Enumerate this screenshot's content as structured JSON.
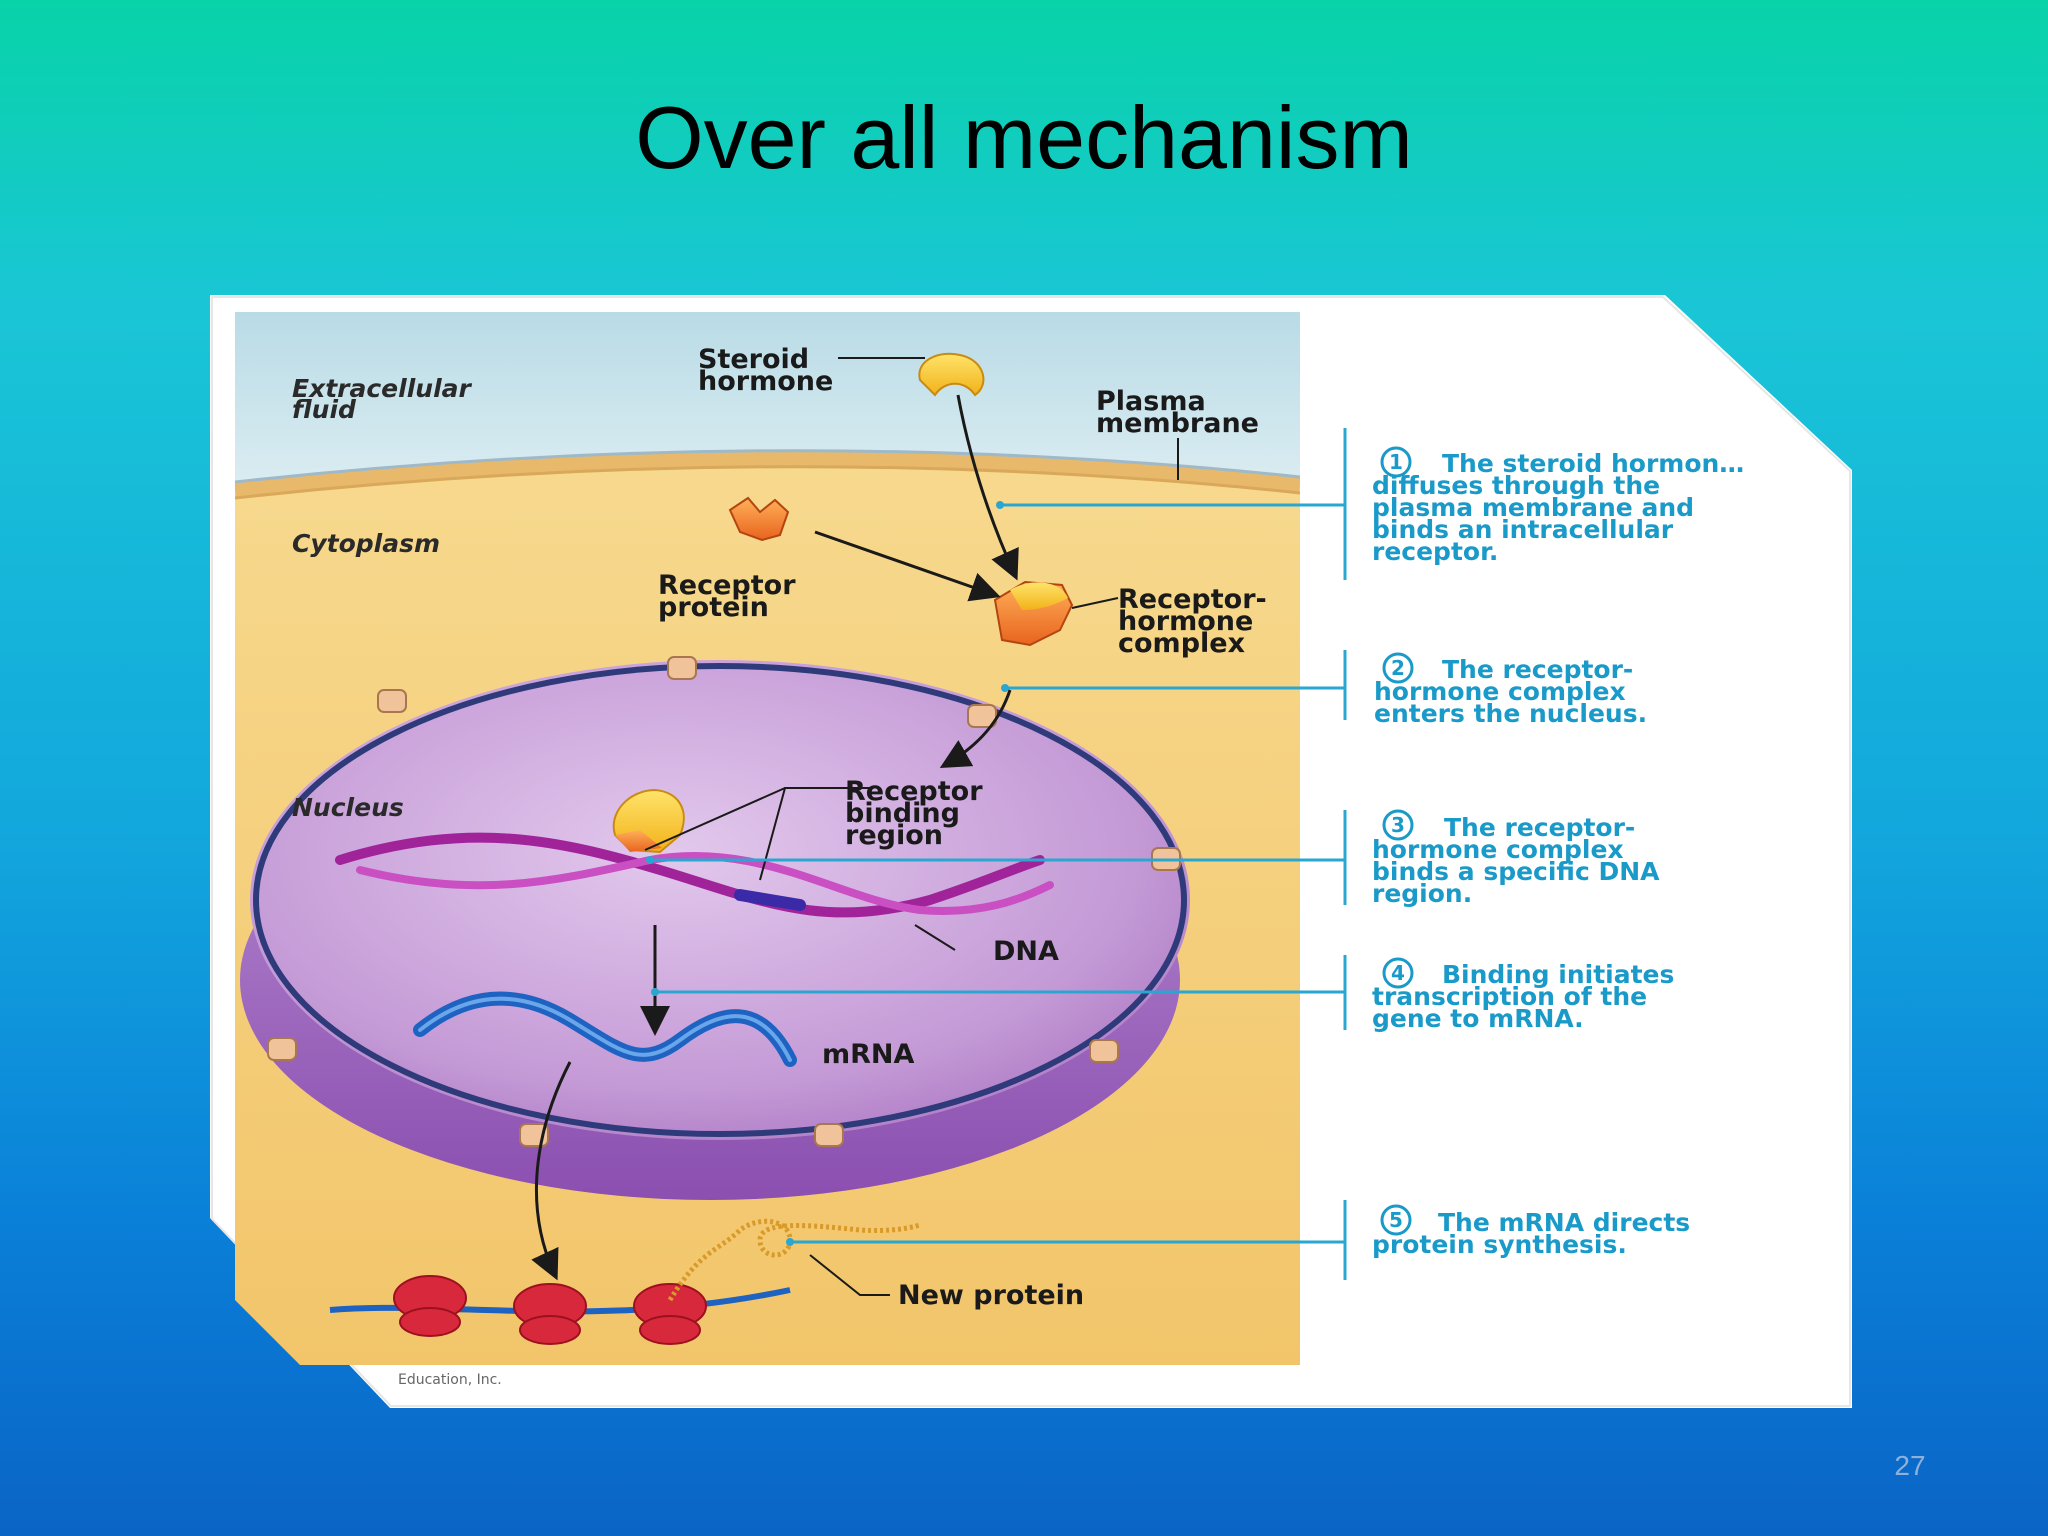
{
  "slide": {
    "title": "Over all mechanism",
    "page_number": "27"
  },
  "diagram": {
    "labels": {
      "extracellular_fluid": [
        "Extracellular",
        "fluid"
      ],
      "steroid_hormone": [
        "Steroid",
        "hormone"
      ],
      "plasma_membrane": [
        "Plasma",
        "membrane"
      ],
      "cytoplasm": "Cytoplasm",
      "receptor_protein": [
        "Receptor",
        "protein"
      ],
      "receptor_hormone_complex": [
        "Receptor-",
        "hormone",
        "complex"
      ],
      "nucleus": "Nucleus",
      "receptor_binding_region": [
        "Receptor",
        "binding",
        "region"
      ],
      "dna": "DNA",
      "mrna": "mRNA",
      "new_protein": "New protein",
      "credit": "Education, Inc."
    },
    "steps": [
      {
        "number": "1",
        "lines": [
          "The steroid hormon…",
          "diffuses through the",
          "plasma membrane and",
          "binds an intracellular",
          "receptor."
        ]
      },
      {
        "number": "2",
        "lines": [
          "The receptor-",
          "hormone complex",
          "enters the nucleus."
        ]
      },
      {
        "number": "3",
        "lines": [
          "The receptor-",
          "hormone complex",
          "binds a specific DNA",
          "region."
        ]
      },
      {
        "number": "4",
        "lines": [
          "Binding initiates",
          "transcription of the",
          "gene to mRNA."
        ]
      },
      {
        "number": "5",
        "lines": [
          "The mRNA directs",
          "protein synthesis."
        ]
      }
    ],
    "colors": {
      "extracellular": "#cfe6ee",
      "cytoplasm": "#f6d07c",
      "nucleus": "#b487c8",
      "step_text": "#1a9ac8",
      "hormone": "#f5c31a",
      "receptor": "#ef7a2a",
      "dna": "#a0239a",
      "mrna": "#1e63c2",
      "ribosome": "#d8283c"
    }
  }
}
